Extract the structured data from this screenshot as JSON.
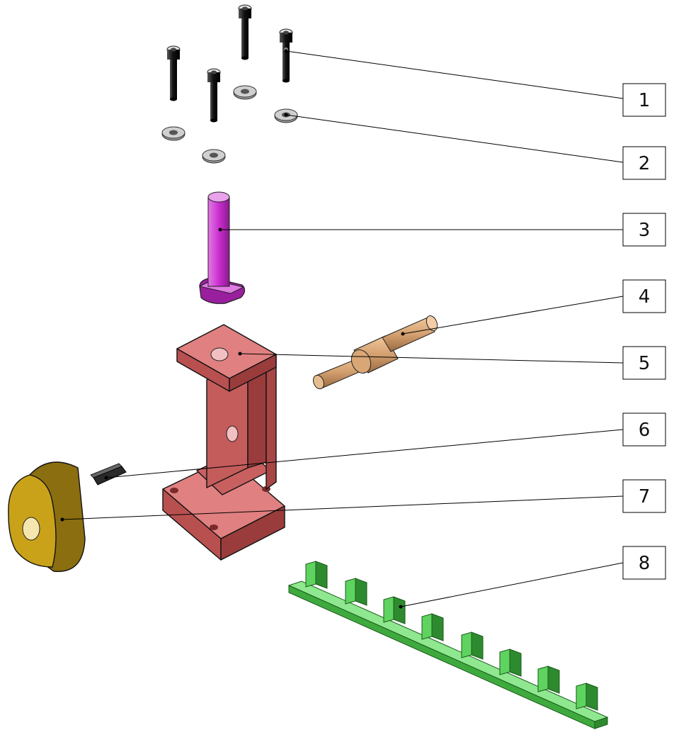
{
  "balloons": [
    {
      "id": "1",
      "label": "1"
    },
    {
      "id": "2",
      "label": "2"
    },
    {
      "id": "3",
      "label": "3"
    },
    {
      "id": "4",
      "label": "4"
    },
    {
      "id": "5",
      "label": "5"
    },
    {
      "id": "6",
      "label": "6"
    },
    {
      "id": "7",
      "label": "7"
    },
    {
      "id": "8",
      "label": "8"
    }
  ],
  "colors": {
    "screw": "#1c1c1c",
    "washer": "#b9b9b9",
    "pin": "#cc2fd0",
    "shaft": "#d4a070",
    "bracket": "#c95a5a",
    "key": "#2a2a2a",
    "cam": "#c9a21a",
    "rack": "#5fd35f"
  },
  "icons": {
    "screw": "screw-icon",
    "washer": "washer-icon",
    "pin": "pin-icon",
    "shaft": "shaft-icon",
    "bracket": "bracket-icon",
    "key": "key-icon",
    "cam": "cam-icon",
    "rack": "rack-icon"
  }
}
